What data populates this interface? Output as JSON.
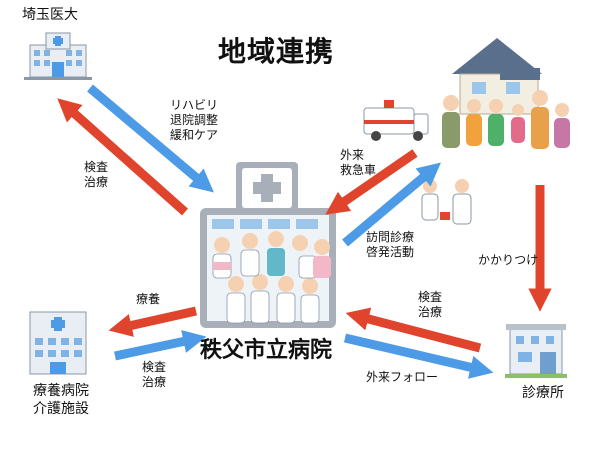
{
  "title": "地域連携",
  "center": "秩父市立病院",
  "nodes": {
    "university": "埼玉医大",
    "care": "療養病院\n介護施設",
    "clinic": "診療所"
  },
  "labels": {
    "rehab": "リハビリ\n退院調整\n緩和ケア",
    "exam_left": "検査\n治療",
    "outpatient_ambulance": "外来\n救急車",
    "home_visit": "訪問診療\n啓発活動",
    "kakaritsuke": "かかりつけ",
    "ryoyo": "療養",
    "exam_care": "検査\n治療",
    "exam_clinic": "検査\n治療",
    "outpatient_follow": "外来フォロー"
  },
  "colors": {
    "blue_arrow": "#4d9be6",
    "red_arrow": "#e0442c",
    "hospital_gray": "#a9afb8"
  }
}
